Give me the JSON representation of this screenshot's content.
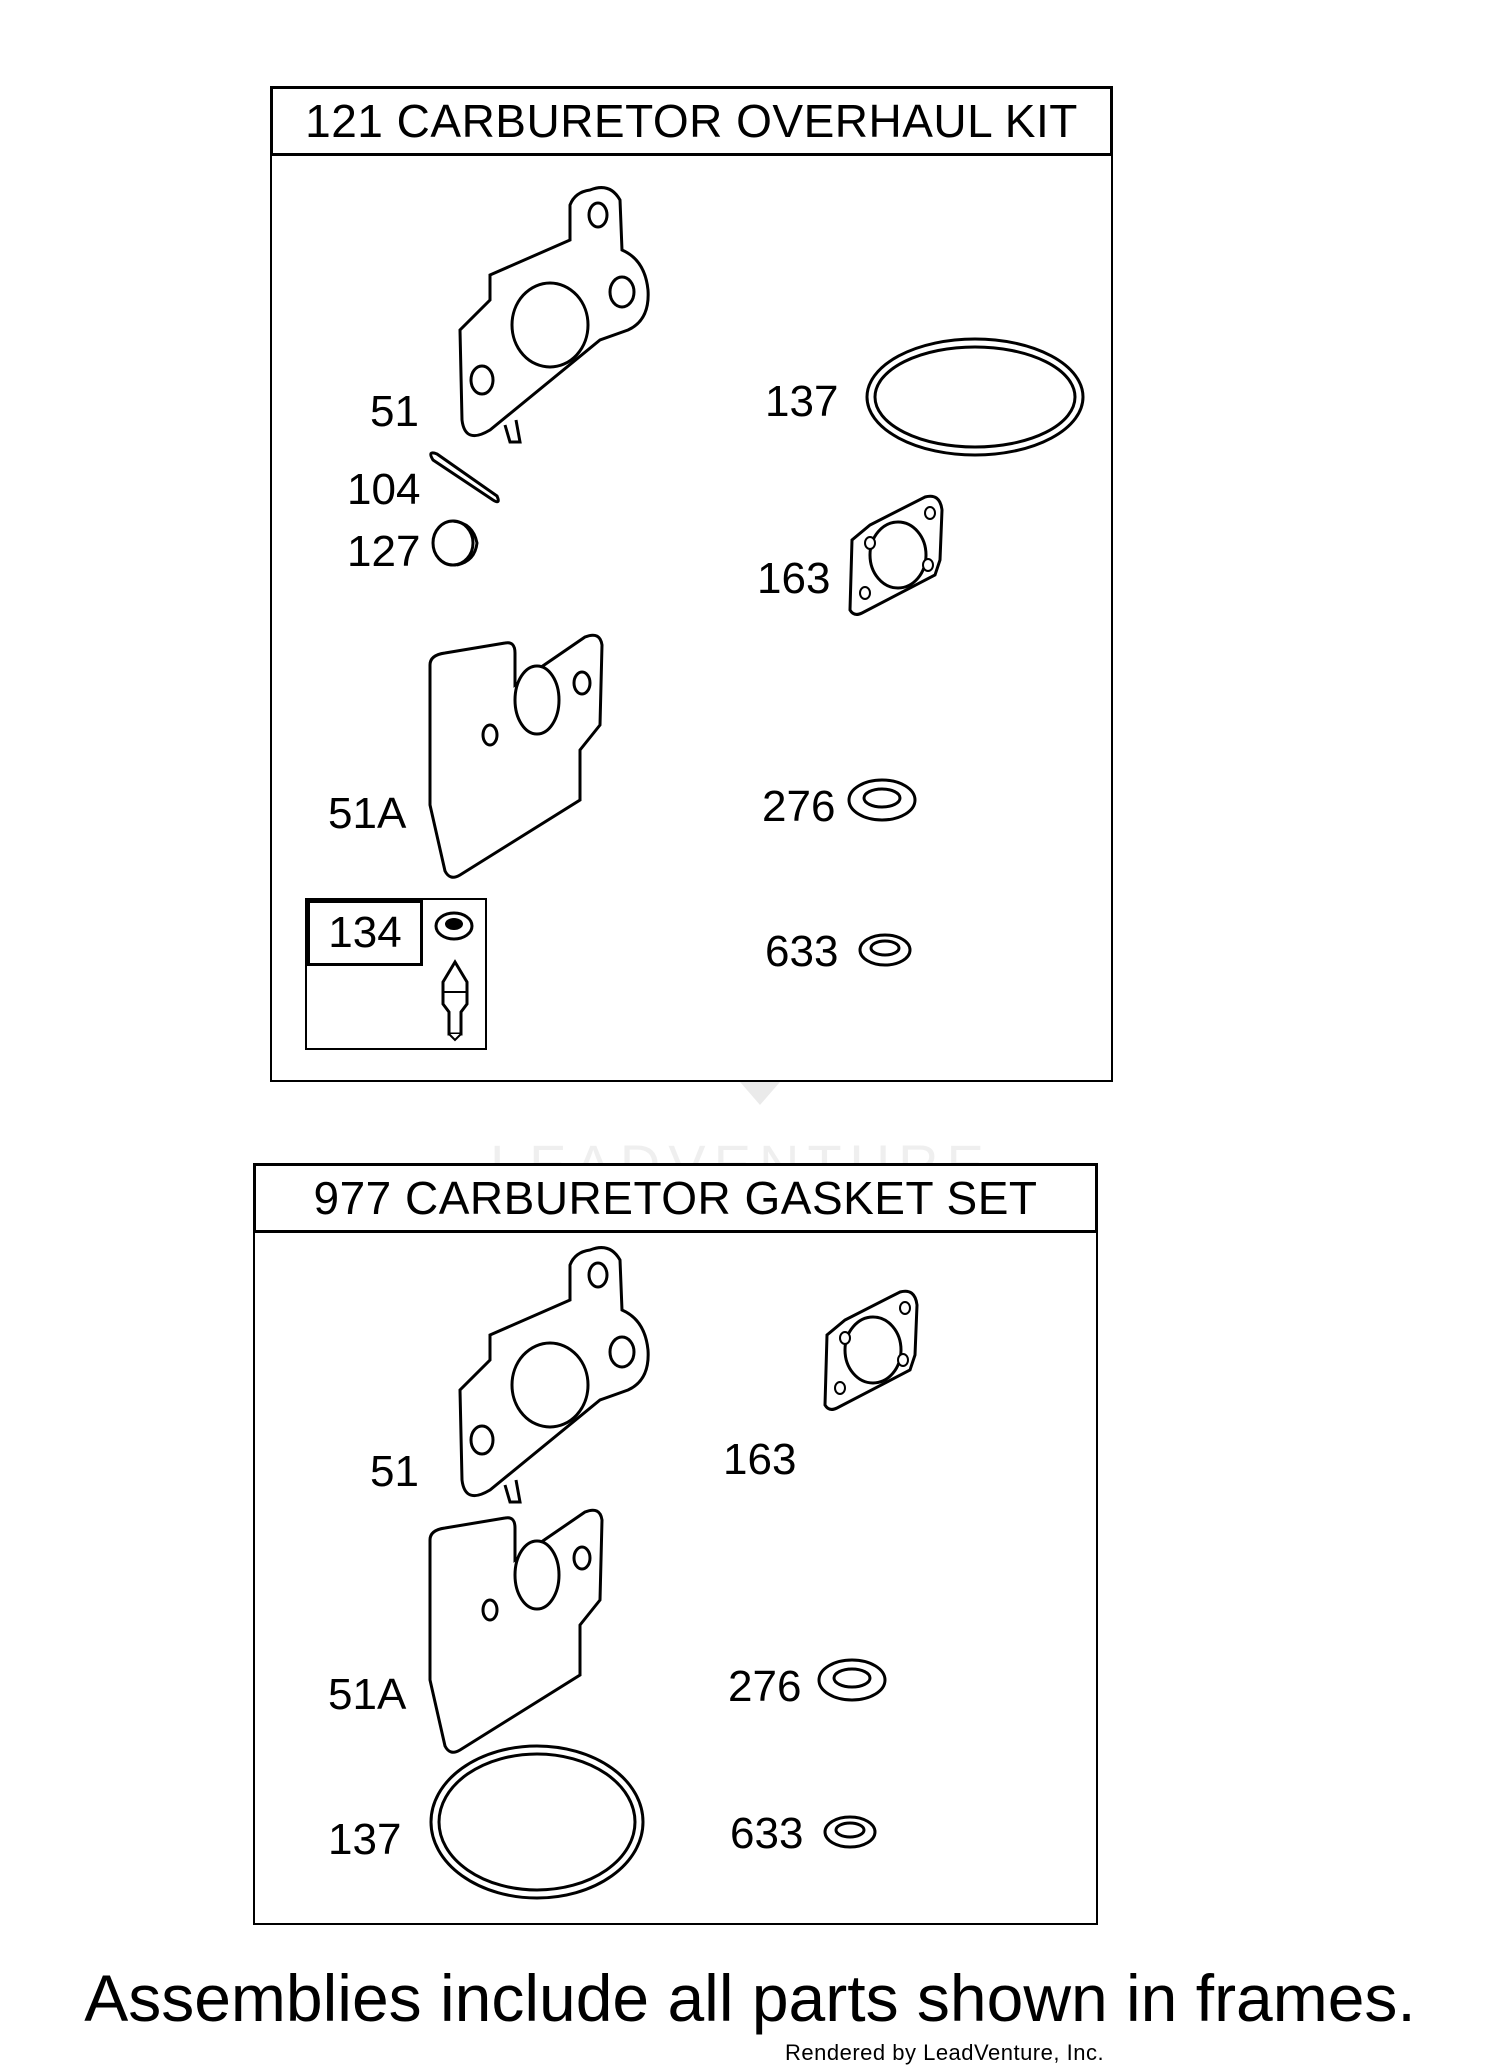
{
  "kits": [
    {
      "title": "121 CARBURETOR OVERHAUL KIT",
      "labels": [
        "51",
        "104",
        "127",
        "51A",
        "137",
        "163",
        "276",
        "633"
      ],
      "subassembly": {
        "title": "134"
      }
    },
    {
      "title": "977 CARBURETOR GASKET SET",
      "labels": [
        "51",
        "51A",
        "137",
        "163",
        "276",
        "633"
      ]
    }
  ],
  "footer": "Assemblies include all parts shown in frames.",
  "credit": "Rendered by LeadVenture, Inc.",
  "watermark": "LEADVENTURE",
  "icons": {
    "gasket": "carburetor-gasket-icon",
    "insulator": "insulator-plate-icon",
    "pin": "float-pin-icon",
    "plug": "welch-plug-icon",
    "oring": "o-ring-icon",
    "small_gasket": "small-gasket-icon",
    "washer": "washer-icon",
    "needle": "inlet-needle-seat-icon"
  }
}
